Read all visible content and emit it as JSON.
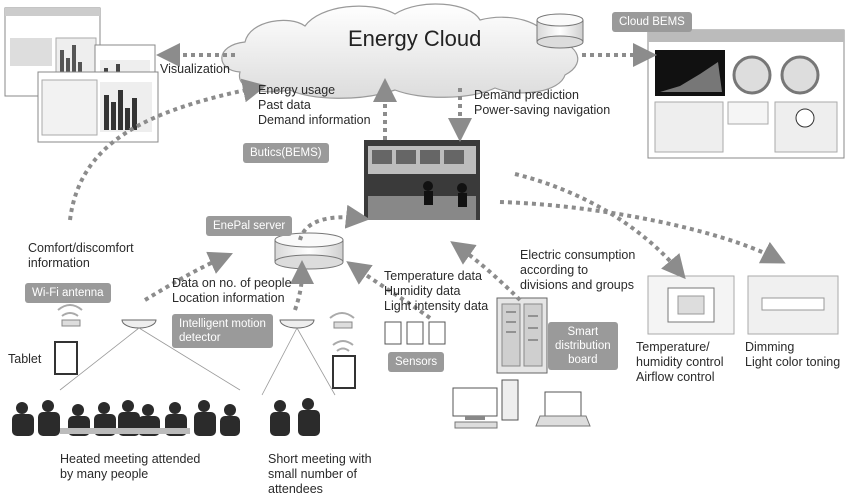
{
  "cloud": {
    "title": "Energy Cloud"
  },
  "tags": {
    "cloud_bems": "Cloud BEMS",
    "butics": "Butics(BEMS)",
    "enepal": "EnePal server",
    "wifi": "Wi-Fi antenna",
    "motion": "Intelligent motion\ndetector",
    "sensors": "Sensors",
    "smart_board": "Smart\ndistribution\nboard"
  },
  "labels": {
    "visualization": "Visualization",
    "energy_usage": "Energy usage\nPast data\nDemand information",
    "demand_prediction": "Demand prediction\nPower-saving navigation",
    "comfort": "Comfort/discomfort\ninformation",
    "people_data": "Data on no. of people\nLocation information",
    "env_data": "Temperature data\nHumidity data\nLight intensity data",
    "electric": "Electric consumption\naccording to\ndivisions and groups",
    "tablet": "Tablet",
    "temp_control": "Temperature/\nhumidity control\nAirflow control",
    "dimming": "Dimming\nLight color toning",
    "heated_meeting": "Heated meeting attended\nby many people",
    "short_meeting": "Short meeting with\nsmall number of\nattendees"
  },
  "colors": {
    "arrow": "#8c8c8c",
    "tag": "#9a9a9a",
    "cloud_fill": "#f2f2f2"
  }
}
